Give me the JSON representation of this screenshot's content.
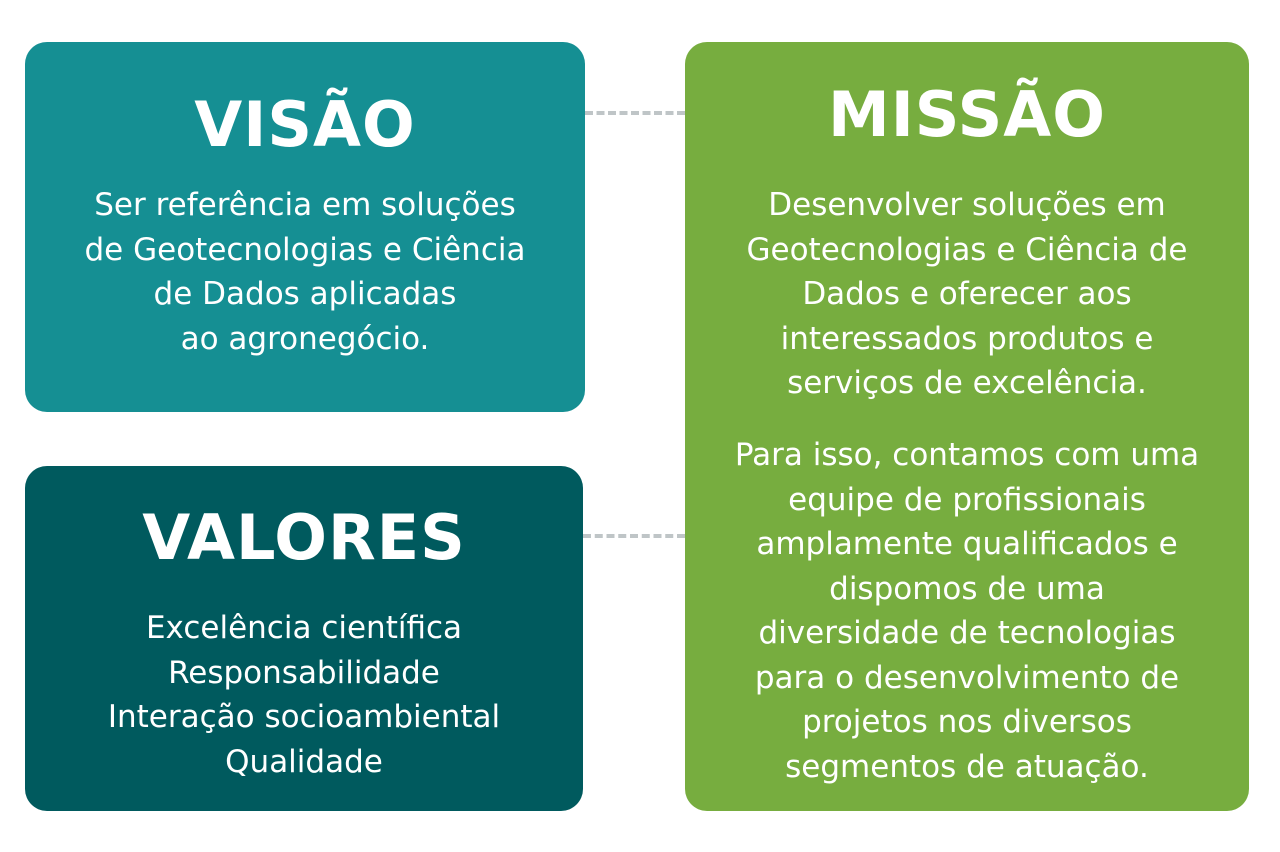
{
  "colors": {
    "visao": "#158f93",
    "valores": "#005a5e",
    "missao": "#77ad3f",
    "connector": "#bfc5c7",
    "text": "#ffffff"
  },
  "visao": {
    "title": "VISÃO",
    "lines": [
      "Ser referência em soluções",
      "de Geotecnologias e Ciência",
      "de Dados aplicadas",
      "ao agronegócio."
    ]
  },
  "valores": {
    "title": "VALORES",
    "lines": [
      "Excelência científica",
      "Responsabilidade",
      "Interação socioambiental",
      "Qualidade"
    ]
  },
  "missao": {
    "title": "MISSÃO",
    "paragraph1": [
      "Desenvolver soluções em",
      "Geotecnologias e Ciência de",
      "Dados e oferecer aos",
      "interessados produtos e",
      "serviços de excelência."
    ],
    "paragraph2": [
      "Para isso, contamos com uma",
      "equipe de profissionais",
      "amplamente qualificados e",
      "dispomos de uma",
      "diversidade de tecnologias",
      "para o desenvolvimento de",
      "projetos nos diversos",
      "segmentos de atuação."
    ]
  }
}
